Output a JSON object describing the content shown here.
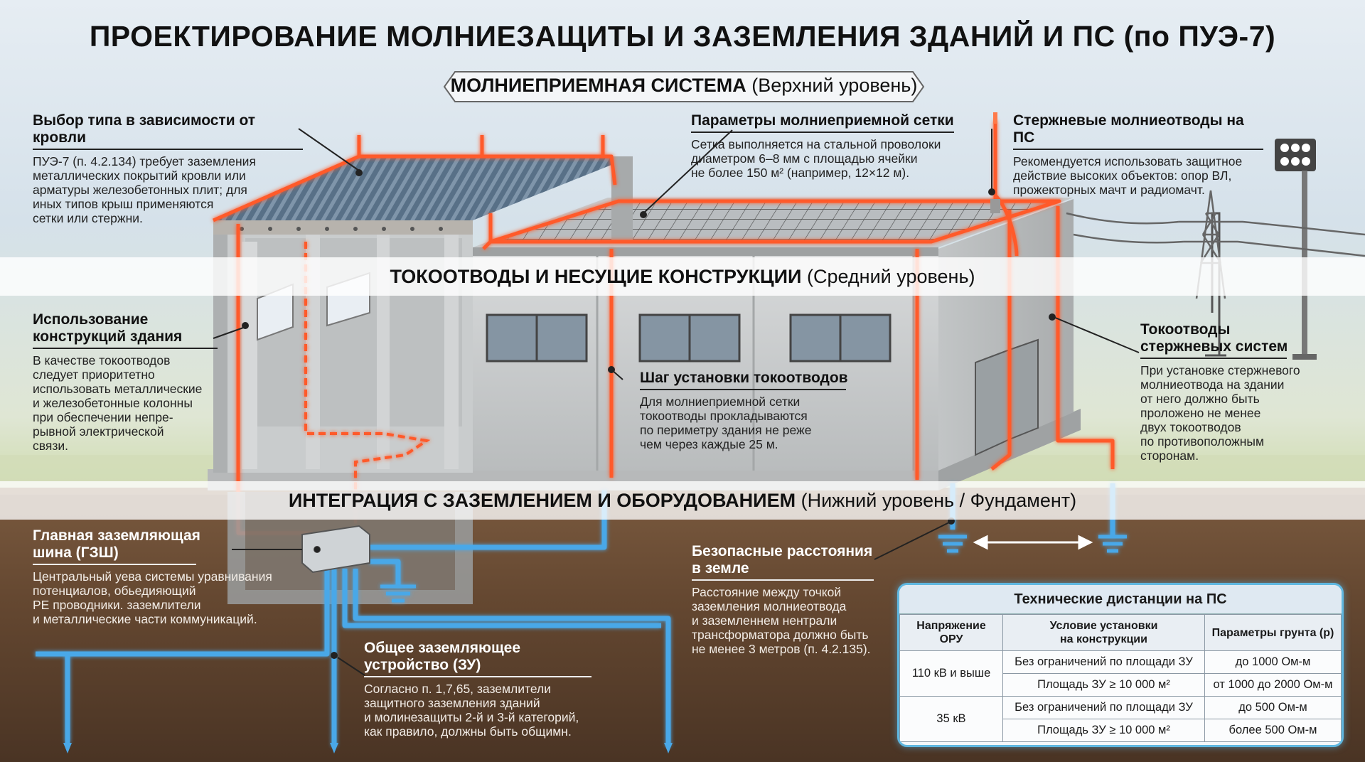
{
  "title": "ПРОЕКТИРОВАНИЕ МОЛНИЕЗАЩИТЫ И ЗАЗЕМЛЕНИЯ ЗДАНИЙ И ПС (по ПУЭ-7)",
  "levels": {
    "top": {
      "name": "МОЛНИЕПРИЕМНАЯ СИСТЕМА",
      "sub": "(Верхний уровень)"
    },
    "middle": {
      "name": "ТОКООТВОДЫ И НЕСУЩИЕ КОНСТРУКЦИИ",
      "sub": "(Средний уровень)"
    },
    "bottom": {
      "name": "ИНТЕГРАЦИЯ С ЗАЗЕМЛЕНИЕМ И ОБОРУДОВАНИЕМ",
      "sub": "(Нижний уровень / Фундамент)"
    }
  },
  "callouts": {
    "roof_type": {
      "header": "Выбор типа в зависимости от кровли",
      "lines": [
        "ПУЭ-7 (п. 4.2.134) требует заземления",
        "металлических покрытий кровли или",
        "арматуры железобетонных плит; для",
        "иных типов крыш применяются",
        "сетки или стержни."
      ]
    },
    "mesh_params": {
      "header": "Параметры молниеприемной сетки",
      "lines": [
        "Сетка выполняется на стальной проволоки",
        "диаметром 6–8 мм с площадью ячейки",
        "не более 150 м² (например, 12×12 м)."
      ]
    },
    "rod_ps": {
      "header": "Стержневые молниеотводы на ПС",
      "lines": [
        "Рекомендуется использовать защитное",
        "действие высоких объектов: опор ВЛ,",
        "прожекторных мачт и радиомачт."
      ]
    },
    "structures": {
      "header": [
        "Использование",
        "конструкций здания"
      ],
      "lines": [
        "В качестве токоотводов",
        "следует приоритетно",
        "использовать металлические",
        "и железобетонные колонны",
        "при обеспечении непре-",
        "рывной электрической",
        "связи."
      ]
    },
    "spacing": {
      "header": "Шаг установки токоотводов",
      "lines": [
        "Для молниеприемной сетки",
        "токоотводы прокладываются",
        "по периметру здания не реже",
        "чем через каждые 25 м."
      ]
    },
    "rod_downconductors": {
      "header": [
        "Токоотводы",
        "стержневых систем"
      ],
      "lines": [
        "При установке стержневого",
        "молниеотвода на здании",
        "от него должно быть",
        "проложено не менее",
        "двух токоотводов",
        "по противоположным",
        "сторонам."
      ]
    },
    "gzsh": {
      "header": [
        "Главная заземляющая",
        "шина (ГЗШ)"
      ],
      "lines": [
        "Центральный уева системы уравнивания",
        "потенциалов, обьедияющий",
        "РЕ проводники. заземлители",
        "и металлические части коммуникаций."
      ]
    },
    "safe_distance": {
      "header": [
        "Безопасные расстояния",
        "в земле"
      ],
      "lines": [
        "Расстояние между точкой",
        "заземления молниеотвода",
        "и заземленнем нентрали",
        "трансформатора должно быть",
        "не менее 3 метров (п. 4.2.135)."
      ]
    },
    "common_zu": {
      "header": [
        "Общее заземляющее",
        "устройство (ЗУ)"
      ],
      "lines": [
        "Согласно п. 1,7,65, заземлители",
        "защитного заземления зданий",
        "и молинезащиты 2-й и 3-й категорий,",
        "как правило, должны быть общимн."
      ]
    }
  },
  "table": {
    "title": "Технические дистанции на ПС",
    "headers": [
      [
        "Напряжение",
        "ОРУ"
      ],
      [
        "Условие установки",
        "на конструкции"
      ],
      [
        "Параметры грунта (р)"
      ]
    ],
    "rows": [
      {
        "voltage": "110 кВ и выше",
        "cond1": "Без ограничений по площади ЗУ",
        "val1": "до 1000 Ом-м",
        "cond2": "Площадь ЗУ ≥ 10 000 м²",
        "val2": "от 1000 до 2000 Ом-м"
      },
      {
        "voltage": "35 кВ",
        "cond1": "Без ограничений по площади ЗУ",
        "val1": "до 500 Ом-м",
        "cond2": "Площадь ЗУ ≥ 10 000 м²",
        "val2": "более 500 Ом-м"
      }
    ]
  },
  "colors": {
    "conductor_glow": "#ff5a2a",
    "ground_conductor": "#4aa8e8",
    "soil": "#6b4c33",
    "sky_top": "#c9d9e8",
    "grass": "#c8d7a8"
  }
}
